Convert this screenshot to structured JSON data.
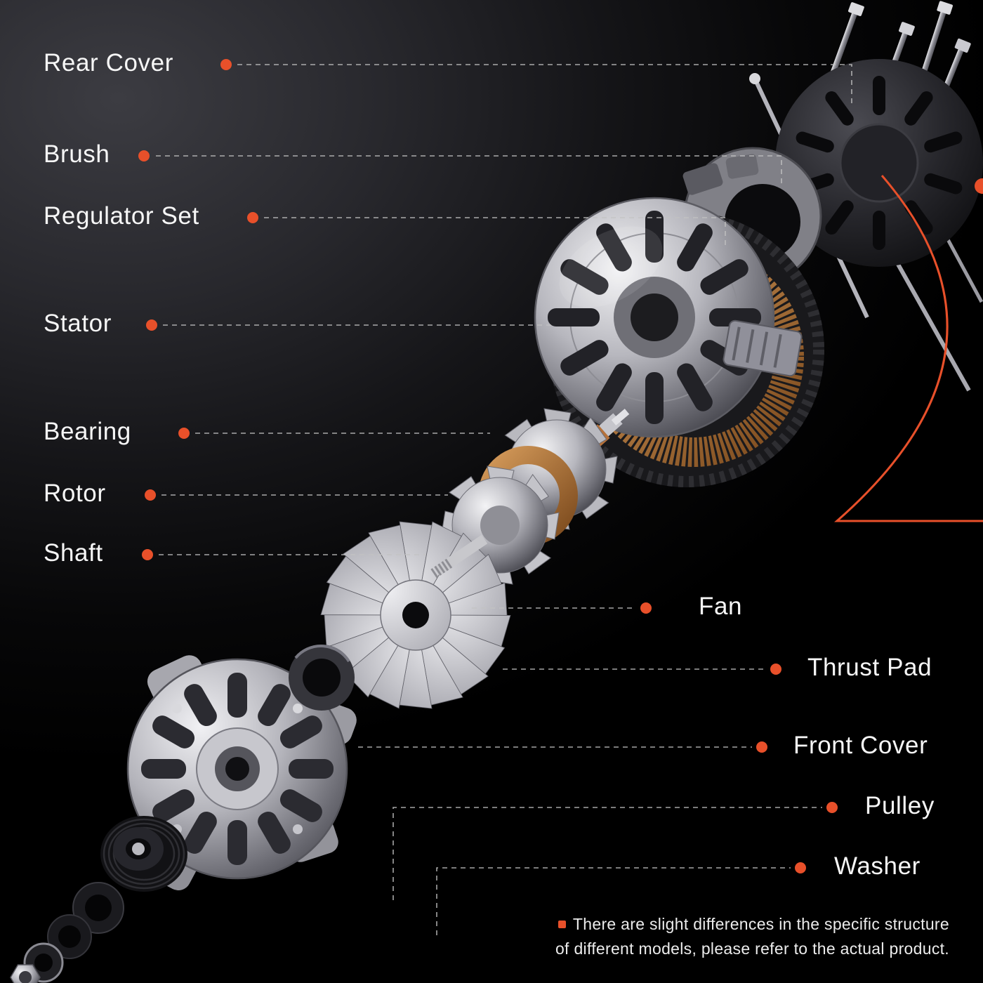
{
  "accent": "#e8502a",
  "labels": {
    "left": [
      {
        "text": "Rear Cover"
      },
      {
        "text": "Brush"
      },
      {
        "text": "Regulator Set"
      },
      {
        "text": "Stator"
      },
      {
        "text": "Bearing"
      },
      {
        "text": "Rotor"
      },
      {
        "text": "Shaft"
      }
    ],
    "right": [
      {
        "text": "Fan"
      },
      {
        "text": "Thrust Pad"
      },
      {
        "text": "Front Cover"
      },
      {
        "text": "Pulley"
      },
      {
        "text": "Washer"
      }
    ]
  },
  "disclaimer": {
    "line1": "There are slight differences in the specific structure",
    "line2": "of different models, please refer to the actual product."
  }
}
